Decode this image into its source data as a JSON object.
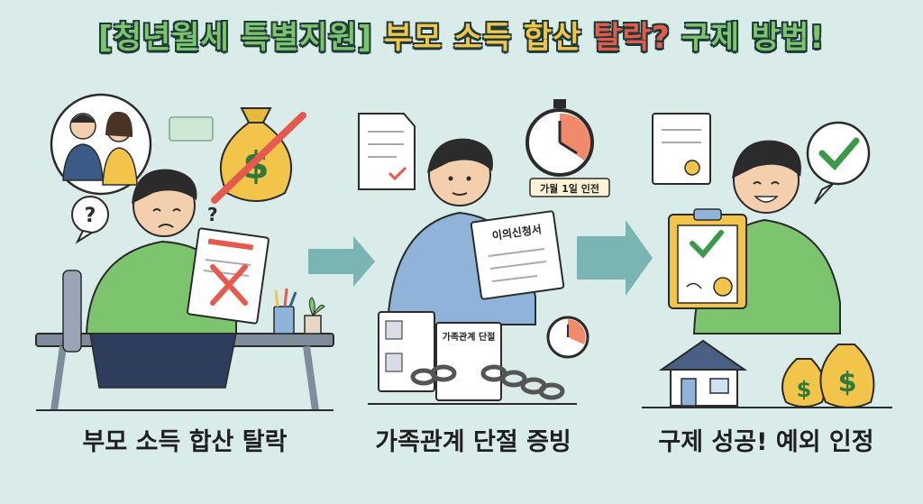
{
  "title": {
    "part1": "[청년월세 특별지원]",
    "part2": " 부모 소득 합산 ",
    "part3": "탈락?",
    "part4": " 구제 방법!"
  },
  "panels": [
    {
      "caption": "부모 소득 합산 탈락"
    },
    {
      "caption": "가족관계 단절 증빙",
      "document_label": "이의신청서",
      "timer_label": "가월 1일 인전",
      "cert_label": "가족관계 단절"
    },
    {
      "caption": "구제 성공! 예외 인정"
    }
  ],
  "colors": {
    "background": "#d9ecea",
    "title_green": "#7dc46e",
    "title_yellow": "#f2c54a",
    "title_red": "#e55a4e",
    "arrow": "#5aa3a0"
  }
}
